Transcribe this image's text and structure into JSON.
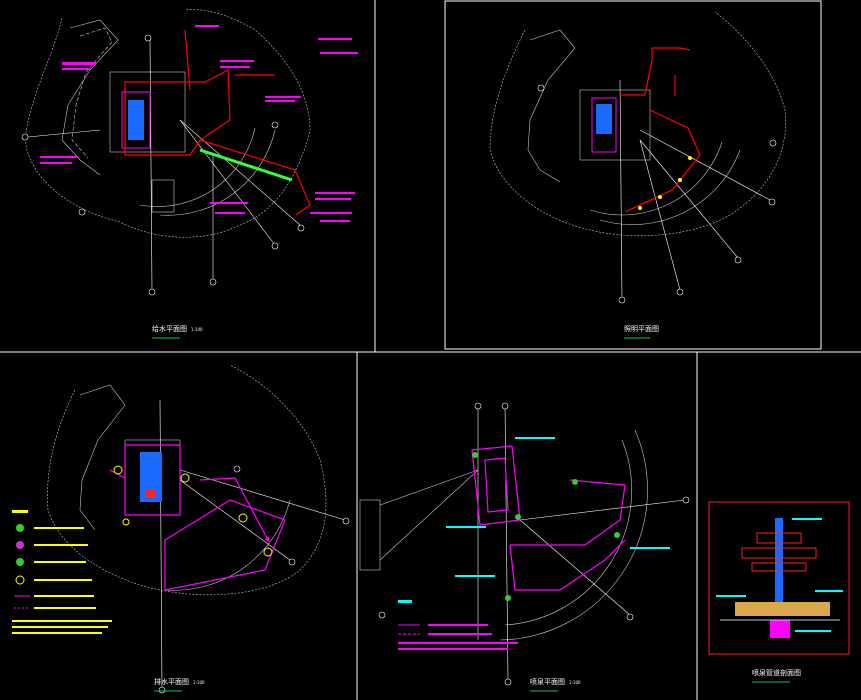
{
  "drawings": {
    "top_left": {
      "title": "给水平面图",
      "scale": "1:100"
    },
    "top_right": {
      "title": "照明平面图"
    },
    "bottom_left": {
      "title": "排水平面图",
      "scale": "1:100"
    },
    "bottom_middle": {
      "title": "喷泉平面图",
      "scale": "1:100"
    },
    "detail": {
      "title": "喷泉管道剖面图"
    }
  },
  "colors": {
    "background": "#000000",
    "frame": "#ffffff",
    "outline": "#c8c8c8",
    "water_supply": "#ff0000",
    "drain": "#ff00ff",
    "fountain": "#ff00ff",
    "lighting": "#ff0000",
    "annotation": "#00ffff",
    "note": "#ffff00",
    "underline": "#00cc44"
  },
  "icons": [
    "grid-bubble-icon",
    "fixture-icon",
    "valve-icon"
  ]
}
